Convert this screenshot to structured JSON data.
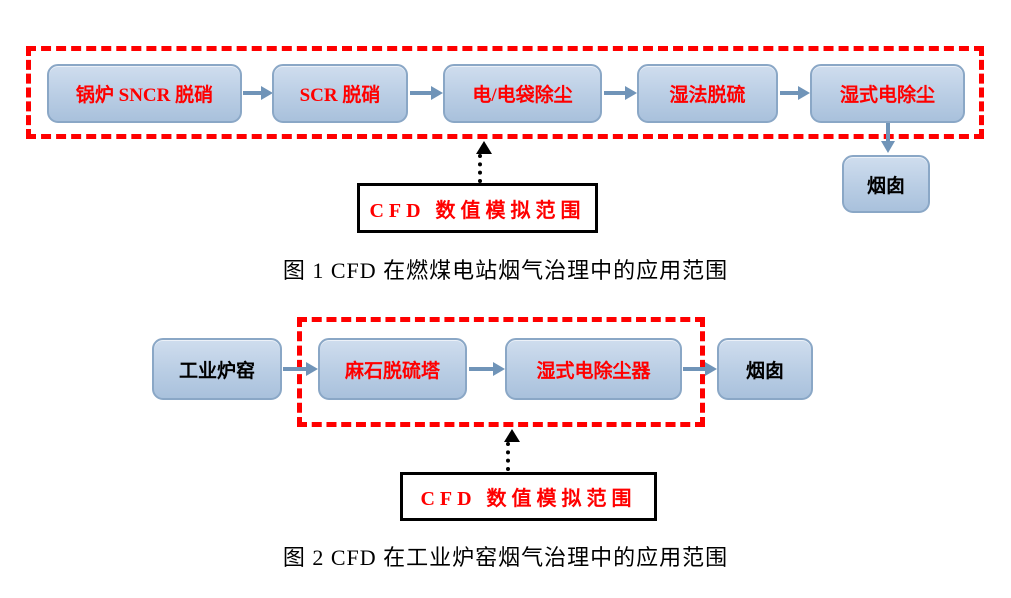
{
  "figure1": {
    "caption": "图 1 CFD 在燃煤电站烟气治理中的应用范围",
    "cfd_label": "CFD 数值模拟范围",
    "nodes": [
      {
        "label": "锅炉 SNCR 脱硝",
        "in_scope": true
      },
      {
        "label": "SCR 脱硝",
        "in_scope": true
      },
      {
        "label": "电/电袋除尘",
        "in_scope": true
      },
      {
        "label": "湿法脱硫",
        "in_scope": true
      },
      {
        "label": "湿式电除尘",
        "in_scope": true
      },
      {
        "label": "烟囱",
        "in_scope": false
      }
    ]
  },
  "figure2": {
    "caption": "图 2 CFD 在工业炉窑烟气治理中的应用范围",
    "cfd_label": "CFD 数值模拟范围",
    "nodes": [
      {
        "label": "工业炉窑",
        "in_scope": false
      },
      {
        "label": "麻石脱硫塔",
        "in_scope": true
      },
      {
        "label": "湿式电除尘器",
        "in_scope": true
      },
      {
        "label": "烟囱",
        "in_scope": false
      }
    ]
  },
  "colors": {
    "scope_dash": "#ff0000",
    "highlight_text": "#ff0000",
    "node_fill": "#b9cde4",
    "node_border": "#8aa7c6",
    "arrow": "#7094b8",
    "plain_text": "#000000"
  }
}
